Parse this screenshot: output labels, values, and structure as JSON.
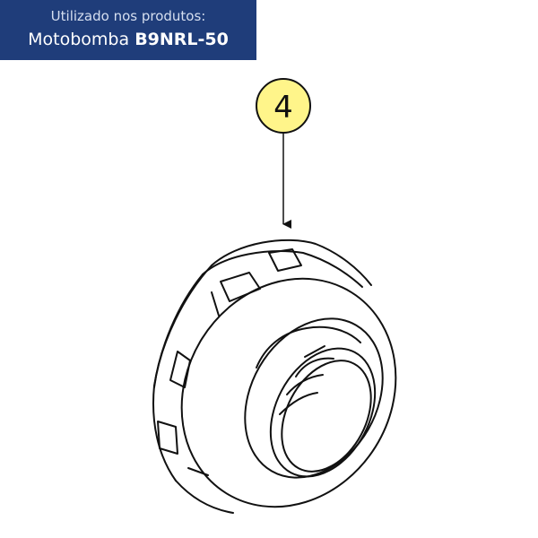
{
  "header": {
    "subtitle": "Utilizado nos produtos:",
    "product_prefix": "Motobomba",
    "product_model": "B9NRL-50"
  },
  "callout": {
    "number": "4"
  },
  "colors": {
    "banner": "#1f3d7a",
    "callout_fill": "#fff58a",
    "line": "#111111"
  }
}
